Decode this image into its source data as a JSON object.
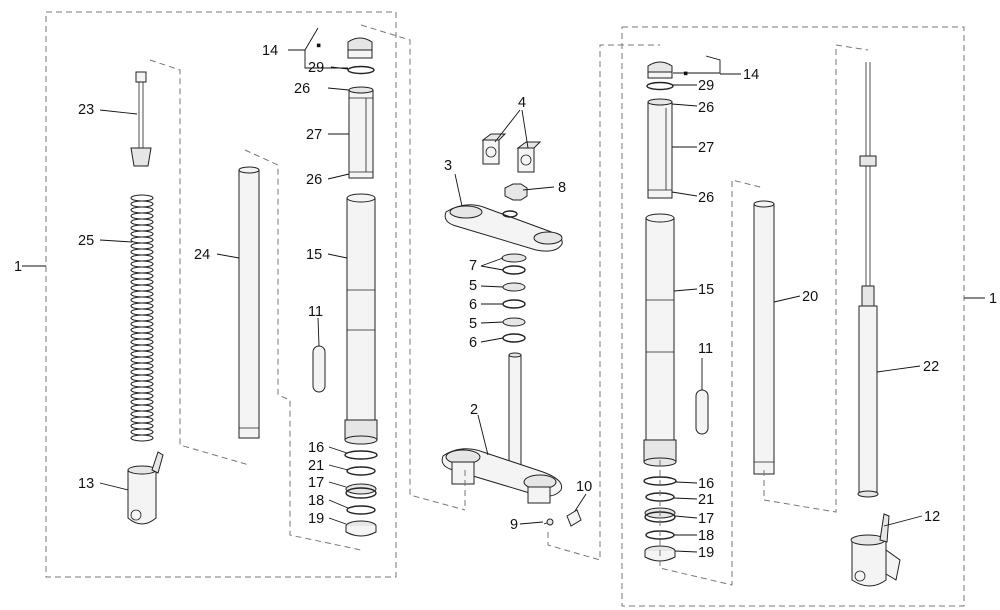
{
  "callouts": {
    "c1_left": "1",
    "c1_right": "1",
    "c2": "2",
    "c3": "3",
    "c4": "4",
    "c5a": "5",
    "c5b": "5",
    "c6a": "6",
    "c6b": "6",
    "c7": "7",
    "c8": "8",
    "c9": "9",
    "c10": "10",
    "c11_left": "11",
    "c11_right": "11",
    "c12": "12",
    "c13": "13",
    "c14_left": "14",
    "c14_right": "14",
    "c15_left": "15",
    "c15_right": "15",
    "c16_left": "16",
    "c16_right": "16",
    "c17_left": "17",
    "c17_right": "17",
    "c18_left": "18",
    "c18_right": "18",
    "c19_left": "19",
    "c19_right": "19",
    "c20": "20",
    "c21_left": "21",
    "c21_right": "21",
    "c22": "22",
    "c23": "23",
    "c24": "24",
    "c25": "25",
    "c26a_left": "26",
    "c26b_left": "26",
    "c26a_right": "26",
    "c26b_right": "26",
    "c27_left": "27",
    "c27_right": "27",
    "c29_left": "29",
    "c29_right": "29"
  },
  "markers": {
    "square_left": "▪",
    "square_right": "▪"
  }
}
